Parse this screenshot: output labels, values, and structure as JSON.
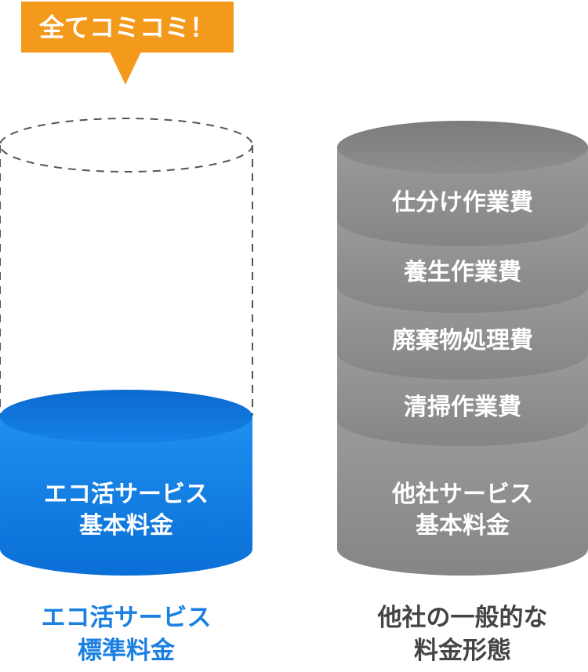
{
  "callout": {
    "text": "全てコミコミ！",
    "color": "#f39a1c"
  },
  "eco": {
    "inner_line1": "エコ活サービス",
    "inner_line2": "基本料金",
    "caption_line1": "エコ活サービス",
    "caption_line2": "標準料金",
    "color": "#1780e0",
    "caption_color": "#1a7fe0"
  },
  "other": {
    "segments": [
      {
        "label": "仕分け作業費"
      },
      {
        "label": "養生作業費"
      },
      {
        "label": "廃棄物処理費"
      },
      {
        "label": "清掃作業費"
      }
    ],
    "base_line1": "他社サービス",
    "base_line2": "基本料金",
    "caption_line1": "他社の一般的な",
    "caption_line2": "料金形態",
    "color": "#8c8c8c",
    "caption_color": "#444444"
  }
}
